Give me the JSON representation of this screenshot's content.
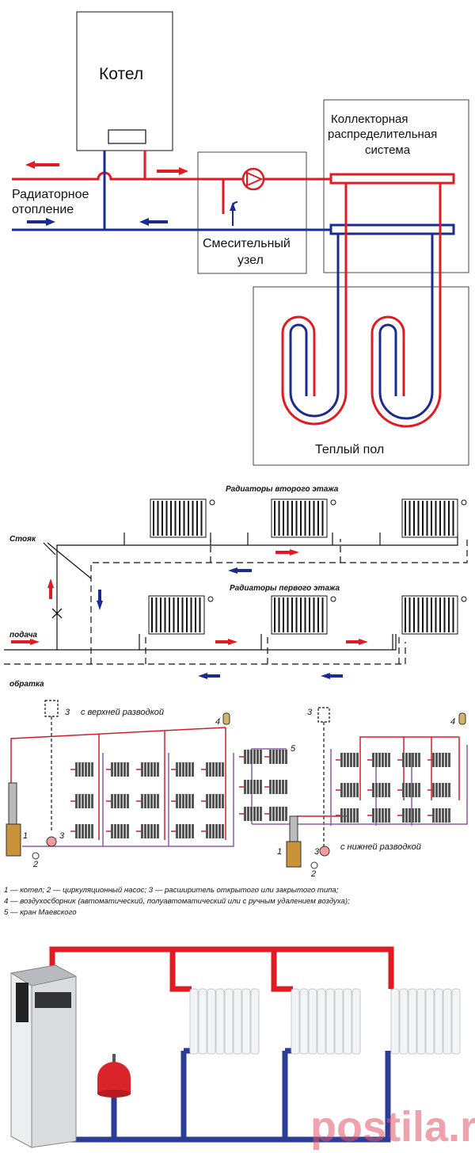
{
  "scheme1": {
    "boiler": "Котел",
    "radiator_heating": [
      "Радиаторное",
      "отопление"
    ],
    "collector": [
      "Коллекторная",
      "распределительная",
      "система"
    ],
    "mixing_unit": [
      "Смесительный",
      "узел"
    ],
    "warm_floor": "Теплый пол"
  },
  "scheme2": {
    "radiators_second_floor": "Радиаторы второго этажа",
    "radiators_first_floor": "Радиаторы первого этажа",
    "riser": "Стояк",
    "supply": "подача",
    "return": "обратка"
  },
  "scheme3": {
    "top_wiring": "с верхней разводкой",
    "bottom_wiring": "с нижней разводкой",
    "num1": "1",
    "num2": "2",
    "num3": "3",
    "num4": "4",
    "num5": "5",
    "legend": [
      "1 — котел; 2 — циркуляционный насос; 3 — расширитель открытого или закрытого типа;",
      "4 — воздухосборник (автоматический, полуавтоматический или с ручным удалением воздуха);",
      "5 — кран Маевского"
    ]
  },
  "watermark": "postila.ru",
  "colors": {
    "supply": "#e11b22",
    "return": "#1c2b8f",
    "tank": "#d8242a",
    "boiler": "#c9cdd1"
  }
}
